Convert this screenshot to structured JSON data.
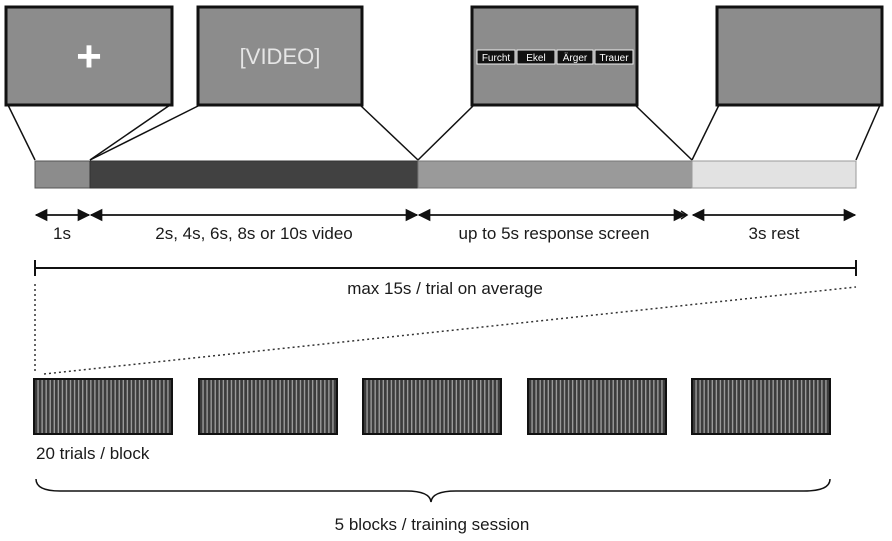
{
  "screens": {
    "fixation_symbol": "+",
    "video_text": "[VIDEO]",
    "response_options": [
      "Furcht",
      "Ekel",
      "Ärger",
      "Trauer"
    ]
  },
  "phases": [
    {
      "label": "1s",
      "color": "#8c8c8c"
    },
    {
      "label": "2s, 4s, 6s, 8s or 10s video",
      "color": "#414141"
    },
    {
      "label": "up to 5s response screen",
      "color": "#9a9a9a"
    },
    {
      "label": "3s rest",
      "color": "#e2e2e2"
    }
  ],
  "trial_label": "max 15s / trial on average",
  "block_label": "20 trials / block",
  "session_label": "5 blocks / training session",
  "colors": {
    "screen_fill": "#8c8c8c",
    "block_fill": "#3c3c3c",
    "stripe": "#9a9a9a",
    "line": "#111111"
  }
}
